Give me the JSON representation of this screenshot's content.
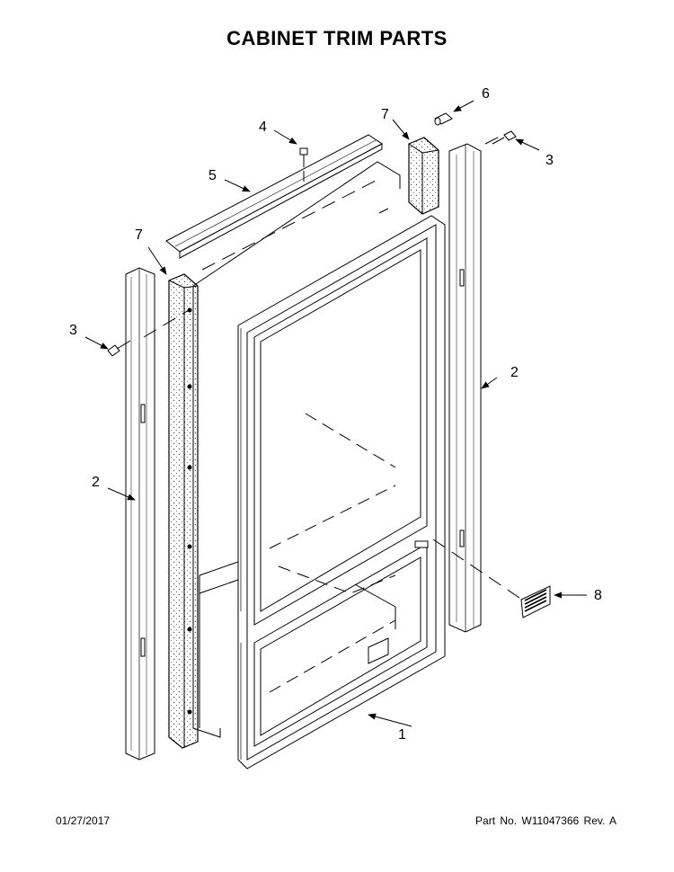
{
  "title": "CABINET TRIM PARTS",
  "footer": {
    "date": "01/27/2017",
    "part_number": "Part No.  W11047366  Rev.  A"
  },
  "callouts": [
    {
      "id": "c1",
      "label": "1"
    },
    {
      "id": "c2a",
      "label": "2"
    },
    {
      "id": "c2b",
      "label": "2"
    },
    {
      "id": "c3a",
      "label": "3"
    },
    {
      "id": "c3b",
      "label": "3"
    },
    {
      "id": "c4",
      "label": "4"
    },
    {
      "id": "c5",
      "label": "5"
    },
    {
      "id": "c6",
      "label": "6"
    },
    {
      "id": "c7a",
      "label": "7"
    },
    {
      "id": "c7b",
      "label": "7"
    },
    {
      "id": "c8",
      "label": "8"
    }
  ]
}
